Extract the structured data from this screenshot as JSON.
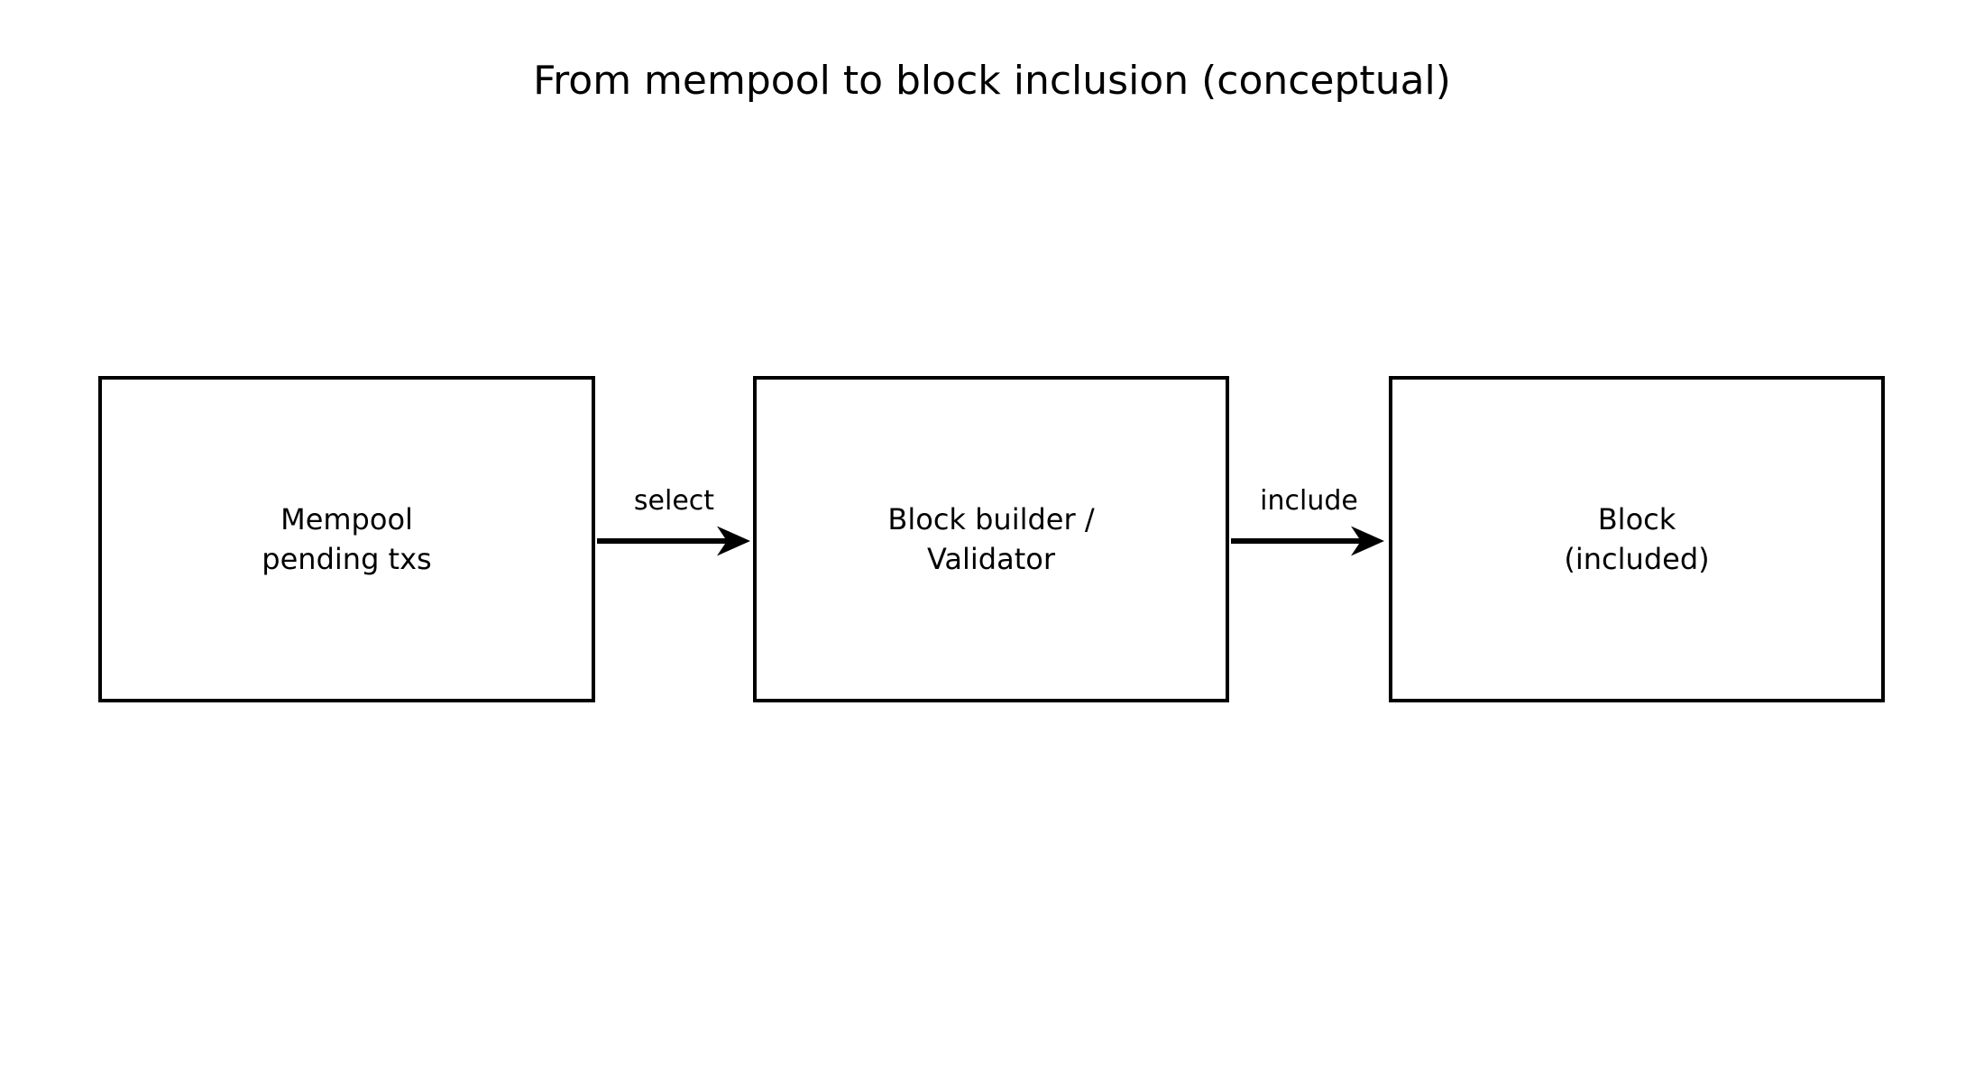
{
  "title": "From mempool to block inclusion (conceptual)",
  "colors": {
    "background": "#ffffff",
    "node_border": "#000000",
    "arrow": "#000000",
    "text": "#000000"
  },
  "diagram": {
    "type": "flowchart",
    "direction": "left-to-right",
    "nodes": [
      {
        "id": "mempool",
        "label": "Mempool\npending txs"
      },
      {
        "id": "builder",
        "label": "Block builder /\nValidator"
      },
      {
        "id": "block",
        "label": "Block\n(included)"
      }
    ],
    "edges": [
      {
        "from": "mempool",
        "to": "builder",
        "label": "select"
      },
      {
        "from": "builder",
        "to": "block",
        "label": "include"
      }
    ]
  }
}
